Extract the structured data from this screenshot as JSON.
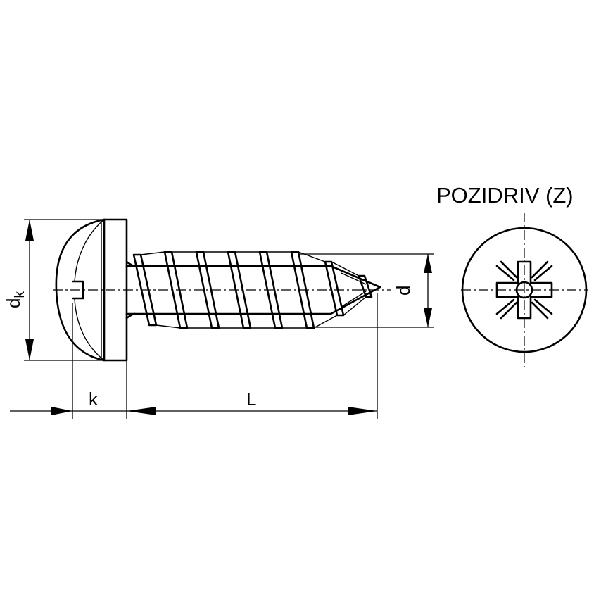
{
  "drive_type_label": "POZIDRIV (Z)",
  "dimensions": {
    "head_diameter": {
      "symbol": "d",
      "subscript": "k"
    },
    "head_height": "k",
    "length": "L",
    "thread_diameter": "d"
  }
}
